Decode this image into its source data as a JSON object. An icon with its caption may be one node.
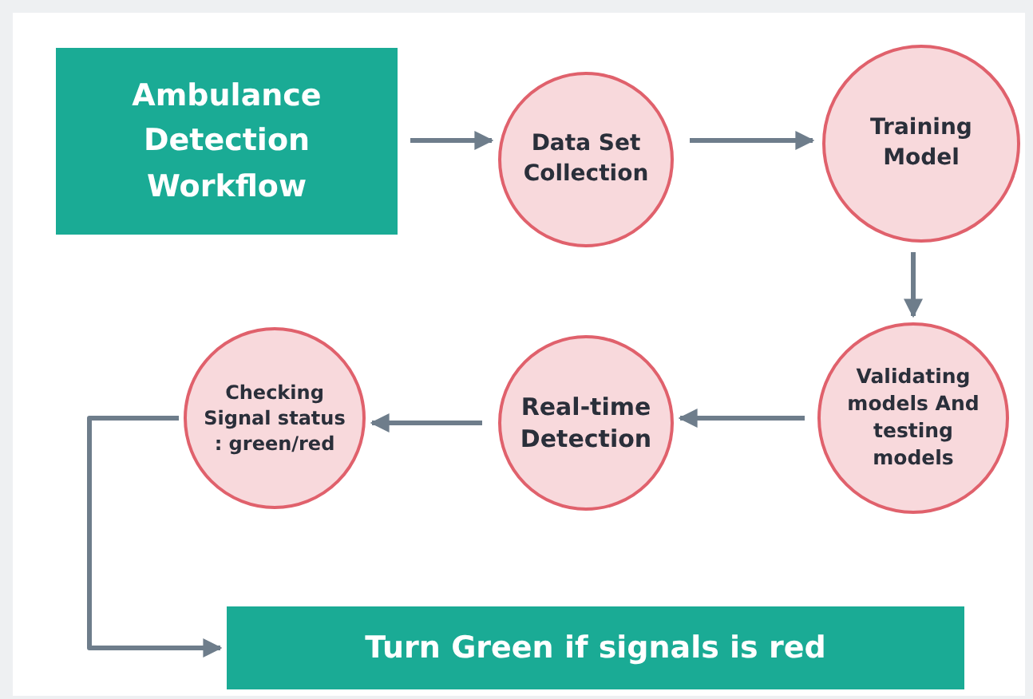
{
  "diagram": {
    "nodes": [
      {
        "text": [
          "Ambulance Detection Workflow"
        ]
      },
      {
        "text": [
          "Data Set Collection"
        ]
      },
      {
        "text": [
          "Training Model"
        ]
      },
      {
        "text": [
          "Validating models And testing models"
        ]
      },
      {
        "text": [
          "Real-time Detection"
        ]
      },
      {
        "text": [
          "Checking Signal status : green/red"
        ]
      },
      {
        "text": [
          "Turn Green if signals is red"
        ]
      }
    ],
    "edges": [
      {
        "from": 0,
        "to": 1,
        "arrow": "to"
      },
      {
        "from": 1,
        "to": 2,
        "arrow": "to"
      },
      {
        "from": 2,
        "to": 3,
        "arrow": "to"
      },
      {
        "from": 3,
        "to": 4,
        "arrow": "to"
      },
      {
        "from": 4,
        "to": 5,
        "arrow": "to"
      },
      {
        "from": 5,
        "to": 6,
        "arrow": "to"
      }
    ]
  }
}
